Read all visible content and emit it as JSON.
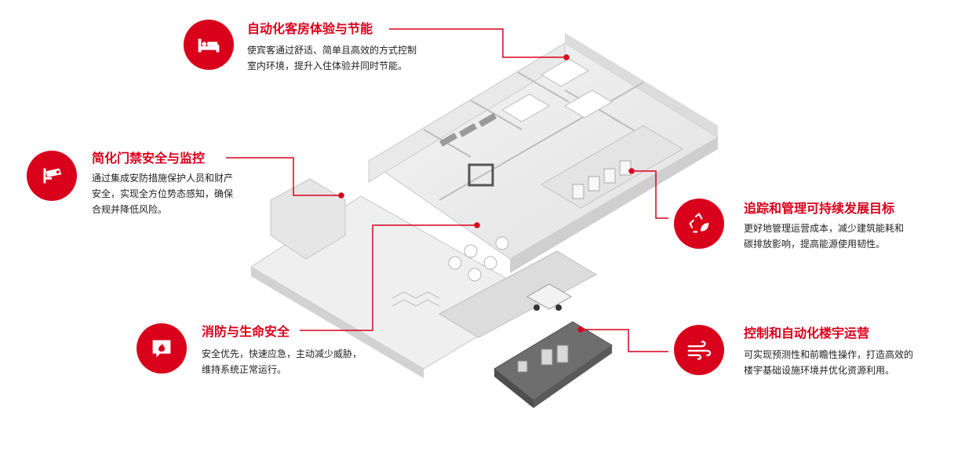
{
  "colors": {
    "accent": "#d9001b",
    "text": "#222222",
    "building": "#dcdcdc"
  },
  "callouts": {
    "guestroom": {
      "title": "自动化客房体验与节能",
      "line1": "使宾客通过舒适、简单且高效的方式控制",
      "line2": "室内环境，提升入住体验并同时节能。",
      "icon": "bed-icon"
    },
    "access": {
      "title": "简化门禁安全与监控",
      "line1": "通过集成安防措施保护人员和财产",
      "line2": "安全，实现全方位势态感知，确保",
      "line3": "合规并降低风险。",
      "icon": "security-camera-icon"
    },
    "sustainability": {
      "title": "追踪和管理可持续发展目标",
      "line1": "更好地管理运营成本，减少建筑能耗和",
      "line2": "碳排放影响，提高能源使用韧性。",
      "icon": "recycle-leaf-icon"
    },
    "fire": {
      "title": "消防与生命安全",
      "line1": "安全优先，快速应急，主动减少威胁，",
      "line2": "维持系统正常运行。",
      "icon": "fire-alarm-icon"
    },
    "operations": {
      "title": "控制和自动化楼宇运营",
      "line1": "可实现预测性和前瞻性操作，打造高效的",
      "line2": "楼宇基础设施环境并优化资源利用。",
      "icon": "wind-icon"
    }
  }
}
